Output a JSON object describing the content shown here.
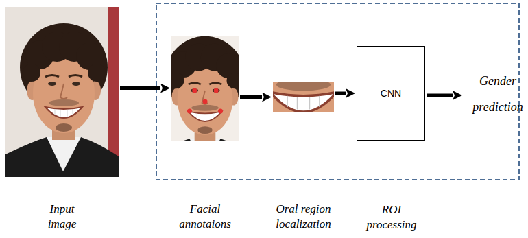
{
  "diagram": {
    "nodes": [
      {
        "text": [
          "Input image"
        ]
      },
      {
        "text": [
          "Facial annotaions"
        ]
      },
      {
        "text": [
          "Oral region localization"
        ]
      },
      {
        "text": [
          "CNN",
          "ROI processing"
        ]
      },
      {
        "text": [
          "Gender prediction"
        ]
      }
    ],
    "edges": [
      {
        "from": 0,
        "to": 1,
        "arrow": "to"
      },
      {
        "from": 1,
        "to": 2,
        "arrow": "to"
      },
      {
        "from": 2,
        "to": 3,
        "arrow": "to"
      },
      {
        "from": 3,
        "to": 4,
        "arrow": "to"
      }
    ]
  }
}
